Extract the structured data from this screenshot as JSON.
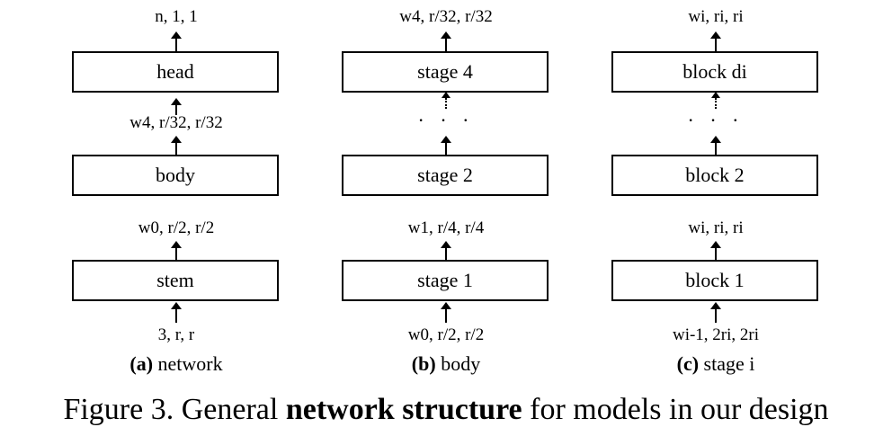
{
  "columns": [
    {
      "caption_label": "(a)",
      "caption_text": " network",
      "top_out": "n, 1, 1",
      "box_top": "head",
      "mid_out": "w4, r/32, r/32",
      "box_mid": "body",
      "bot_out": "w0, r/2, r/2",
      "box_bot": "stem",
      "input": "3, r, r"
    },
    {
      "caption_label": "(b)",
      "caption_text": " body",
      "top_out": "w4, r/32, r/32",
      "box_top": "stage 4",
      "ellipsis": "· · ·",
      "box_mid": "stage 2",
      "bot_out": "w1, r/4, r/4",
      "box_bot": "stage 1",
      "input": "w0, r/2, r/2"
    },
    {
      "caption_label": "(c)",
      "caption_text": " stage i",
      "top_out": "wi, ri, ri",
      "box_top": "block di",
      "ellipsis": "· · ·",
      "box_mid": "block 2",
      "bot_out": "wi, ri, ri",
      "box_bot": "block 1",
      "input": "wi-1, 2ri, 2ri"
    }
  ],
  "figure_caption": {
    "prefix": "Figure 3. General ",
    "bold": "network structure",
    "suffix": " for models in our design"
  }
}
